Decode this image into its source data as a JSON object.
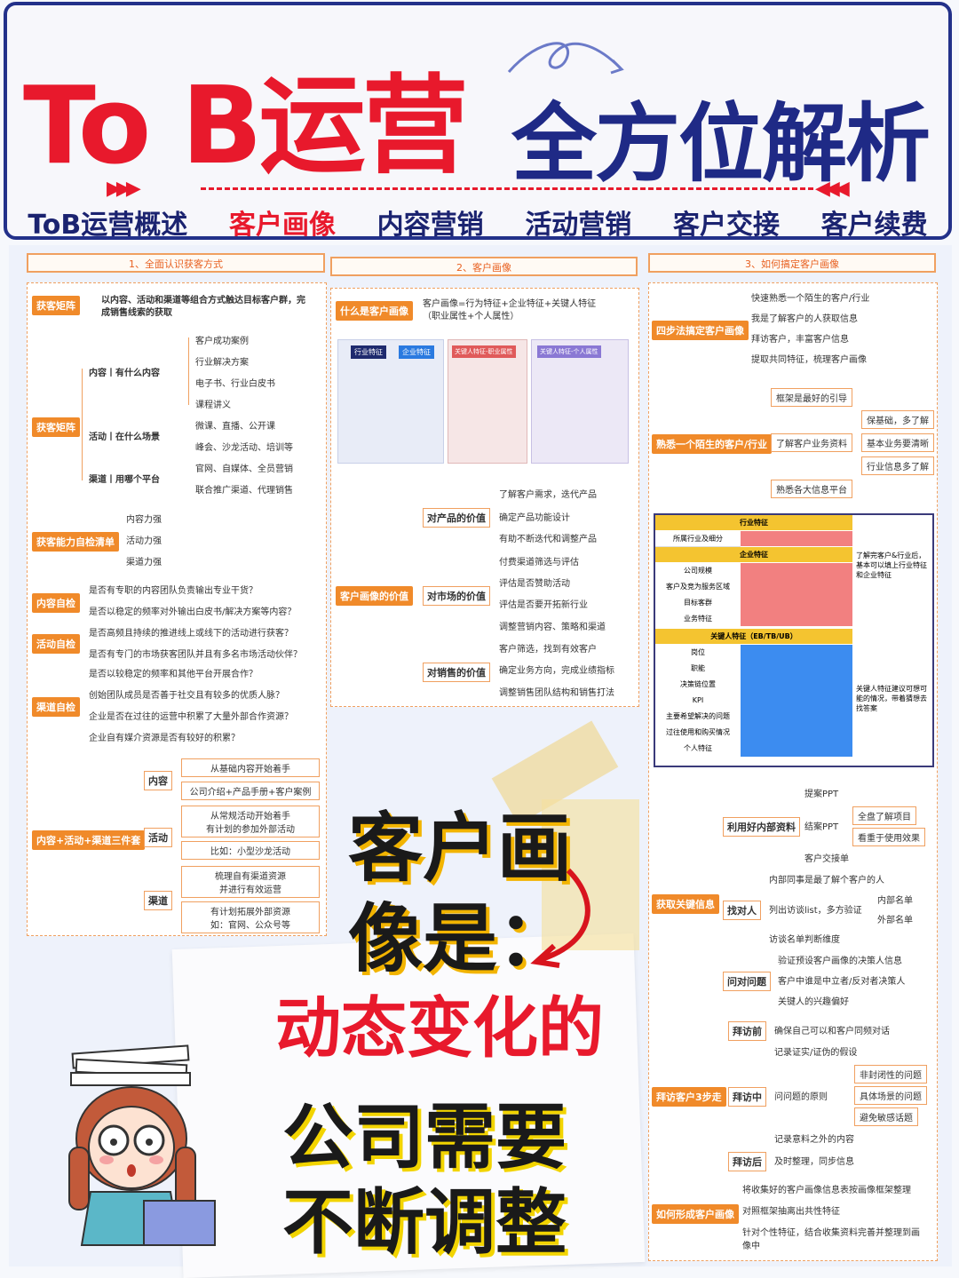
{
  "header": {
    "title_red": "To B运营",
    "title_navy": "全方位解析",
    "tabs": [
      "ToB运营概述",
      "客户画像",
      "内容营销",
      "活动营销",
      "客户交接",
      "客户续费"
    ],
    "active_tab": 1
  },
  "col1": {
    "head": "1、全面认识获客方式",
    "matrix_tag": "获客矩阵",
    "matrix_desc_1": "以内容、活动和渠道等组合方式触达目标客户群，完",
    "matrix_desc_2": "成销售线索的获取",
    "matrix_tag2": "获客矩阵",
    "content_label": "内容丨有什么内容",
    "content_items": [
      "客户成功案例",
      "行业解决方案",
      "电子书、行业白皮书",
      "课程讲义"
    ],
    "activity_label": "活动丨在什么场景",
    "activity_items": [
      "微课、直播、公开课",
      "峰会、沙龙活动、培训等"
    ],
    "channel_label": "渠道丨用哪个平台",
    "channel_items": [
      "官网、自媒体、全员营销",
      "联合推广渠道、代理销售"
    ],
    "checklist_tag": "获客能力自检清单",
    "checklist_items": [
      "内容力强",
      "活动力强",
      "渠道力强"
    ],
    "content_check_tag": "内容自检",
    "content_check_items": [
      "是否有专职的内容团队负责输出专业干货？",
      "是否以稳定的频率对外输出白皮书/解决方案等内容？"
    ],
    "activity_check_tag": "活动自检",
    "activity_check_items": [
      "是否高频且持续的推进线上或线下的活动进行获客？",
      "是否有专门的市场获客团队并且有多名市场活动伙伴？"
    ],
    "channel_check_tag": "渠道自检",
    "channel_check_items": [
      "是否以较稳定的频率和其他平台开展合作？",
      "创始团队成员是否善于社交且有较多的优质人脉？",
      "企业是否在过往的运营中积累了大量外部合作资源？",
      "企业自有媒介资源是否有较好的积累？"
    ],
    "trio_tag": "内容+活动+渠道三件套",
    "trio": [
      {
        "label": "内容",
        "items": [
          "从基础内容开始着手",
          "公司介绍+产品手册+客户案例"
        ]
      },
      {
        "label": "活动",
        "items": [
          "从常规活动开始着手\n有计划的参加外部活动",
          "比如：小型沙龙活动"
        ]
      },
      {
        "label": "渠道",
        "items": [
          "梳理自有渠道资源\n并进行有效运营",
          "有计划拓展外部资源\n如：官网、公众号等"
        ]
      }
    ]
  },
  "col2": {
    "head": "2、客户画像",
    "what_tag": "什么是客户画像",
    "what_desc_1": "客户画像=行为特征+企业特征+关键人特征",
    "what_desc_2": "（职业属性+个人属性）",
    "value_tag": "客户画像的价值",
    "product_label": "对产品的价值",
    "product_items": [
      "了解客户需求，迭代产品",
      "确定产品功能设计",
      "有助不断迭代和调整产品"
    ],
    "market_label": "对市场的价值",
    "market_items": [
      "付费渠道筛选与评估",
      "评估是否赞助活动",
      "评估是否要开拓新行业",
      "调整营销内容、策略和渠道"
    ],
    "sales_label": "对销售的价值",
    "sales_items": [
      "客户筛选，找到有效客户",
      "确定业务方向，完成业绩指标",
      "调整销售团队结构和销售打法"
    ],
    "diagram_headers": [
      "行业特征",
      "企业特征",
      "关键人特征-职业属性",
      "关键人特征-个人属性"
    ]
  },
  "col3": {
    "head": "3、如何搞定客户画像",
    "four_steps_tag": "四步法搞定客户画像",
    "four_steps": [
      "快速熟悉一个陌生的客户/行业",
      "我是了解客户的人获取信息",
      "拜访客户，丰富客户信息",
      "提取共同特征，梳理客户画像"
    ],
    "familiar_tag": "熟悉一个陌生的客户/行业",
    "familiar_items": [
      "框架是最好的引导",
      "了解客户业务资料",
      "熟悉各大信息平台"
    ],
    "familiar_sub": [
      "保基础，多了解",
      "基本业务要清晰",
      "行业信息多了解"
    ],
    "table": {
      "sec1": "行业特征",
      "rows1": [
        "所属行业及细分"
      ],
      "sec2": "企业特征",
      "rows2": [
        "公司规模",
        "客户及竞为服务区域",
        "目标客群",
        "业务特征"
      ],
      "sec3": "关键人特征（EB/TB/UB）",
      "rows3": [
        "岗位",
        "职能",
        "决策链位置",
        "KPI",
        "主要希望解决的问题",
        "过往使用和购买情况",
        "个人特征"
      ],
      "note1": "了解完客户&行业后，基本可以填上行业特征和企业特征",
      "note2": "关键人特征建议可想可能的情况，带着猜想去找答案"
    },
    "collect_tag": "获取关键信息",
    "collect": [
      {
        "label": "利用好内部资料",
        "items": [
          "提案PPT",
          "结案PPT",
          "客户交接单"
        ],
        "sub": [
          "全盘了解项目",
          "看重于使用效果"
        ]
      },
      {
        "label": "找对人",
        "items": [
          "内部同事是最了解个客户的人",
          "列出访谈list，多方验证",
          "访谈名单判断维度"
        ],
        "sub": [
          "内部名单",
          "外部名单"
        ]
      },
      {
        "label": "问对问题",
        "items": [
          "验证预设客户画像的决策人信息",
          "客户中谁是中立者/反对者决策人",
          "关键人的兴趣偏好"
        ]
      }
    ],
    "visit_tag": "拜访客户3步走",
    "visit": [
      {
        "label": "拜访前",
        "items": [
          "确保自己可以和客户同频对话"
        ]
      },
      {
        "label": "拜访中",
        "items": [
          "记录证实/证伪的假设",
          "问问题的原则",
          "记录意料之外的内容"
        ],
        "sub": [
          "非封闭性的问题",
          "具体场景的问题",
          "避免敏感话题"
        ]
      },
      {
        "label": "拜访后",
        "items": [
          "及时整理，同步信息"
        ]
      }
    ],
    "form_tag": "如何形成客户画像",
    "form_items": [
      "将收集好的客户画像信息表按画像框架整理",
      "对照框架抽离出共性特征",
      "针对个性特征，结合收集资料完善并整理到画像中"
    ]
  },
  "overlay": {
    "line1": "客户画",
    "line2": "像是：",
    "line3": "动态变化的",
    "line4": "公司需要",
    "line5": "不断调整"
  }
}
